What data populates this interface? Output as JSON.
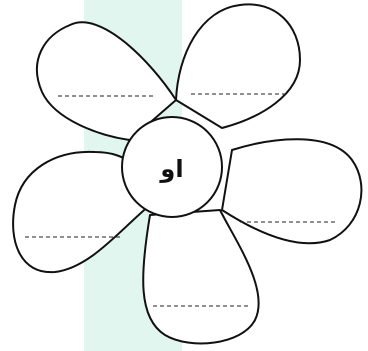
{
  "worksheet": {
    "center_letter": "او",
    "petal_count": 5,
    "answer_blank_count": 5
  },
  "colors": {
    "background_band": "#e0f6ef",
    "outline": "#111111",
    "fill": "#ffffff"
  }
}
